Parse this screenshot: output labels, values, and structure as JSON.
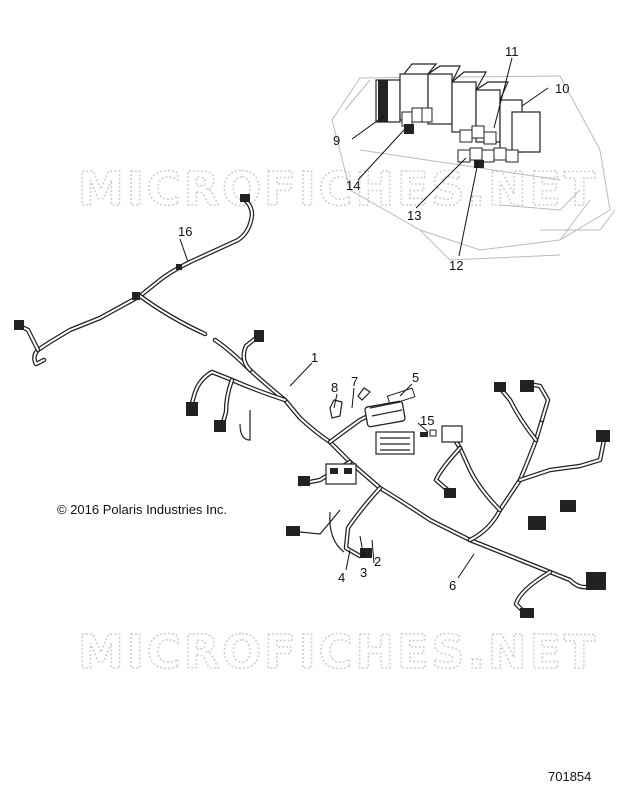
{
  "copyright": "© 2016 Polaris Industries Inc.",
  "reference_number": "701854",
  "watermark": "MICROFICHES.NET",
  "callouts": [
    {
      "id": "1",
      "label": "1"
    },
    {
      "id": "2",
      "label": "2"
    },
    {
      "id": "3",
      "label": "3"
    },
    {
      "id": "4",
      "label": "4"
    },
    {
      "id": "5",
      "label": "5"
    },
    {
      "id": "6",
      "label": "6"
    },
    {
      "id": "7",
      "label": "7"
    },
    {
      "id": "8",
      "label": "8"
    },
    {
      "id": "9",
      "label": "9"
    },
    {
      "id": "10",
      "label": "10"
    },
    {
      "id": "11",
      "label": "11"
    },
    {
      "id": "12",
      "label": "12"
    },
    {
      "id": "13",
      "label": "13"
    },
    {
      "id": "14",
      "label": "14"
    },
    {
      "id": "15",
      "label": "15"
    },
    {
      "id": "16",
      "label": "16"
    }
  ]
}
